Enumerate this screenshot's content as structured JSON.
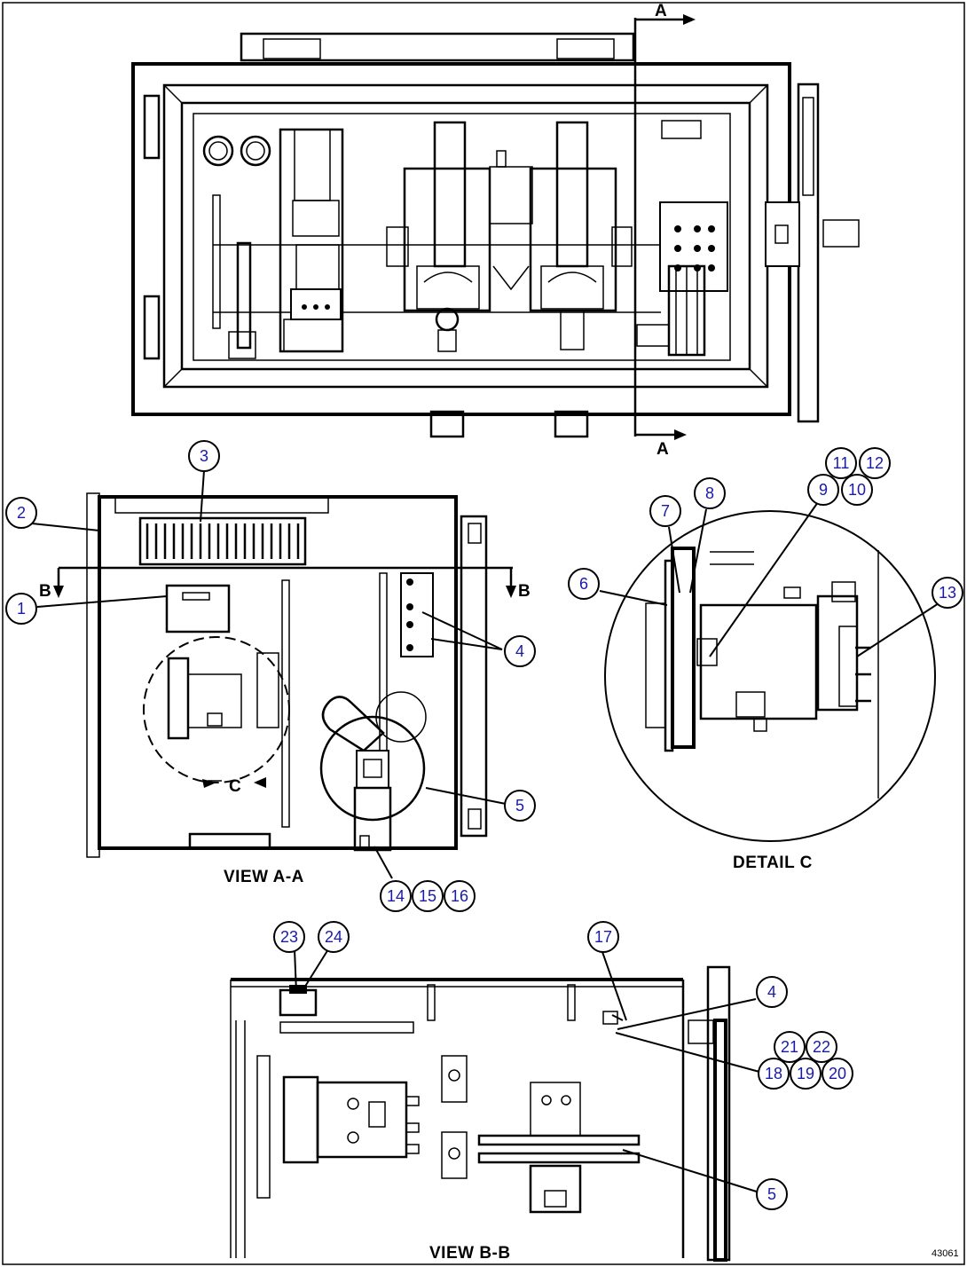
{
  "section_labels": {
    "section_a_top": "A",
    "section_a_bottom": "A",
    "section_b_left": "B",
    "section_b_right": "B",
    "detail_c_marker": "C"
  },
  "view_titles": {
    "view_a_a": "VIEW A-A",
    "detail_c": "DETAIL C",
    "view_b_b": "VIEW B-B"
  },
  "callouts": {
    "c1": "1",
    "c2": "2",
    "c3": "3",
    "c4a": "4",
    "c5a": "5",
    "c6": "6",
    "c7": "7",
    "c8": "8",
    "c9": "9",
    "c10": "10",
    "c11": "11",
    "c12": "12",
    "c13": "13",
    "c14": "14",
    "c15": "15",
    "c16": "16",
    "c17": "17",
    "c4b": "4",
    "c18": "18",
    "c19": "19",
    "c20": "20",
    "c21": "21",
    "c22": "22",
    "c23": "23",
    "c24": "24",
    "c5b": "5"
  },
  "drawing_number": "43061",
  "colors": {
    "line": "#000000",
    "callout_text": "#1a1aa8",
    "background": "#ffffff"
  }
}
